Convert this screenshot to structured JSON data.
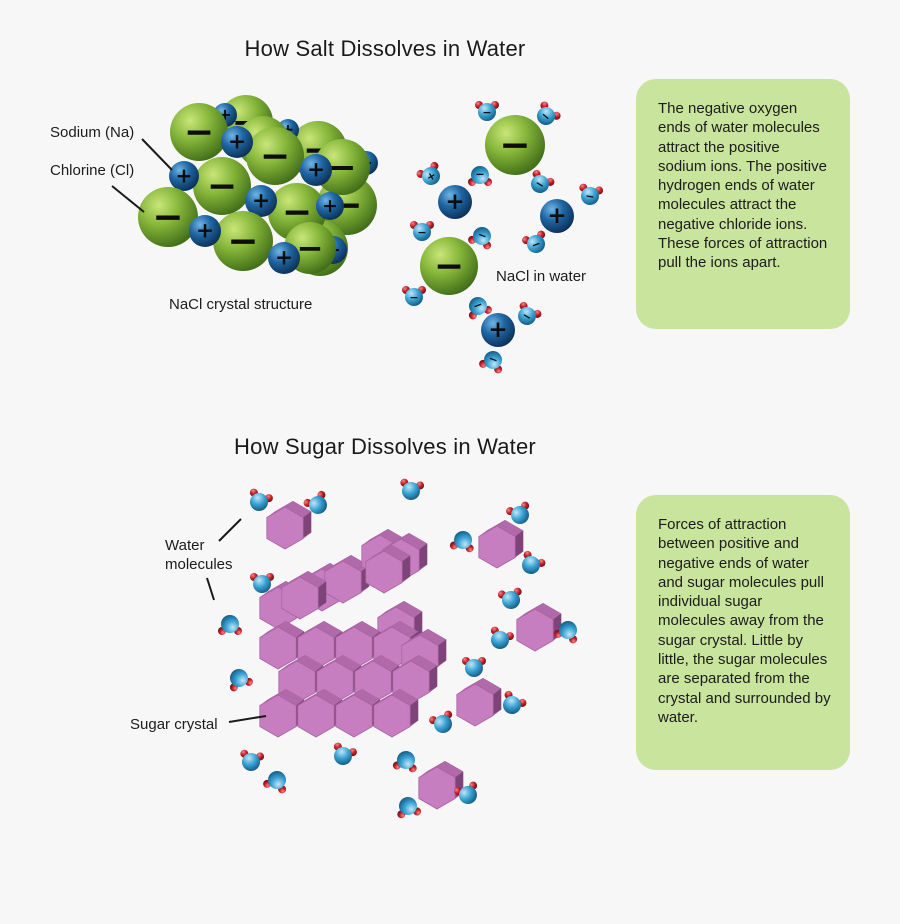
{
  "salt": {
    "title": "How Salt Dissolves in Water",
    "label_sodium": "Sodium (Na)",
    "label_chlorine": "Chlorine (Cl)",
    "label_crystal": "NaCl crystal structure",
    "label_water": "NaCl in water",
    "explanation": "The negative oxygen ends of water molecules attract the positive sodium ions. The positive hydrogen ends of water molecules attract the negative chloride ions. These forces of attraction pull the ions apart.",
    "plus_symbol": "+",
    "minus_symbol": "−"
  },
  "sugar": {
    "title": "How Sugar Dissolves in Water",
    "label_water_molecules_line1": "Water",
    "label_water_molecules_line2": "molecules",
    "label_crystal": "Sugar crystal",
    "explanation": "Forces of attraction between positive and negative ends of water and sugar molecules pull individual sugar molecules away from the sugar crystal. Little by little, the sugar molecules are separated from the crystal and surrounded by water."
  },
  "colors": {
    "background": "#f7f7f8",
    "infobox": "#c9e49c",
    "chloride": "#7fb236",
    "sodium": "#1f66a3",
    "water_oxygen": "#3aa3d4",
    "water_hydrogen": "#c8202a",
    "sugar": "#c77ec0"
  }
}
